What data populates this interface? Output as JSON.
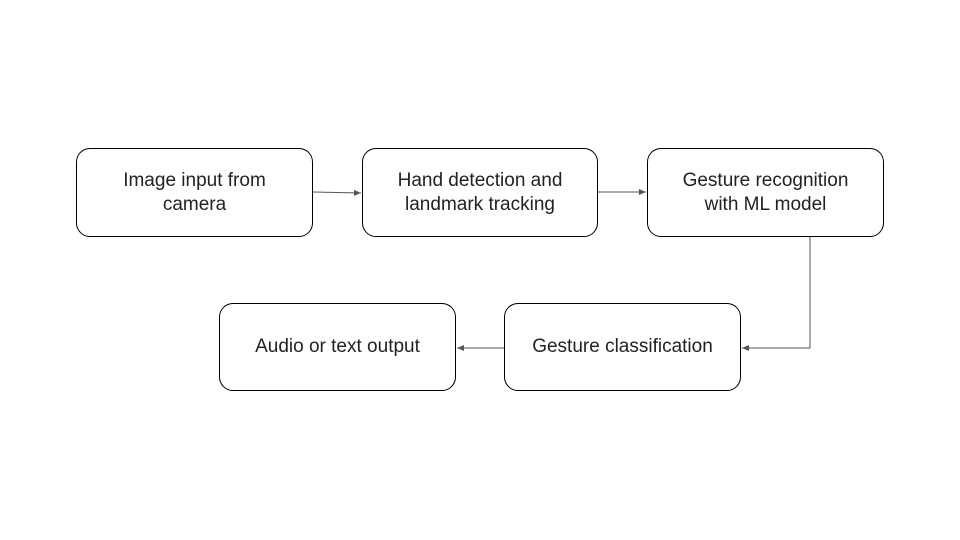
{
  "diagram": {
    "nodes": [
      {
        "id": "n1",
        "label": "Image input from\ncamera"
      },
      {
        "id": "n2",
        "label": "Hand detection and\nlandmark tracking"
      },
      {
        "id": "n3",
        "label": "Gesture recognition\nwith ML model"
      },
      {
        "id": "n4",
        "label": "Gesture classification"
      },
      {
        "id": "n5",
        "label": "Audio or text output"
      }
    ],
    "edges": [
      {
        "from": "n1",
        "to": "n2"
      },
      {
        "from": "n2",
        "to": "n3"
      },
      {
        "from": "n3",
        "to": "n4"
      },
      {
        "from": "n4",
        "to": "n5"
      }
    ],
    "colors": {
      "stroke": "#000000",
      "arrow": "#555555",
      "text": "#222222",
      "background": "#ffffff"
    }
  }
}
